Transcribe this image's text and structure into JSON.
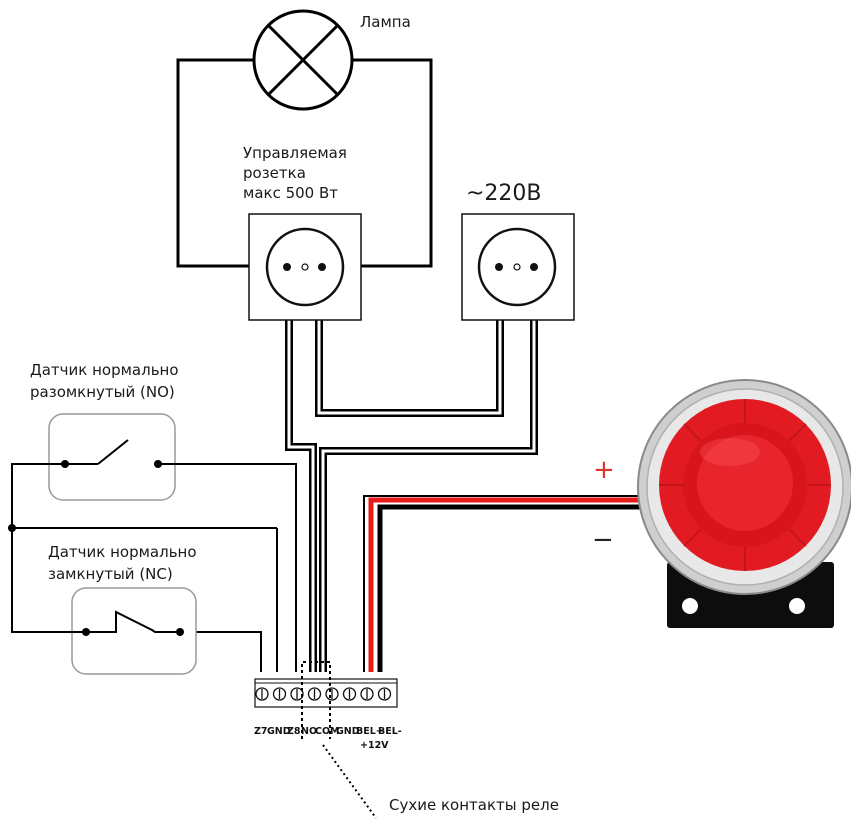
{
  "labels": {
    "lamp": "Лампа",
    "outlet_controlled": [
      "Управляемая",
      "розетка",
      "макс 500 Вт"
    ],
    "outlet_mains": "~220В",
    "sensor_no": [
      "Датчик нормально",
      "разомкнутый (NO)"
    ],
    "sensor_nc": [
      "Датчик нормально",
      "замкнутый (NC)"
    ],
    "relay_contacts": "Сухие контакты реле"
  },
  "terminals": [
    "Z7",
    "GND",
    "Z8",
    "NO",
    "COM",
    "GND",
    "BEL+",
    "BEL-"
  ],
  "terminal_sub": "+12V",
  "siren": {
    "plus": "+",
    "minus": "−"
  },
  "colors": {
    "wire": "#000000",
    "red_wire": "#e81a1a",
    "siren_red": "#e21b23",
    "plus_color": "#e0312c"
  }
}
